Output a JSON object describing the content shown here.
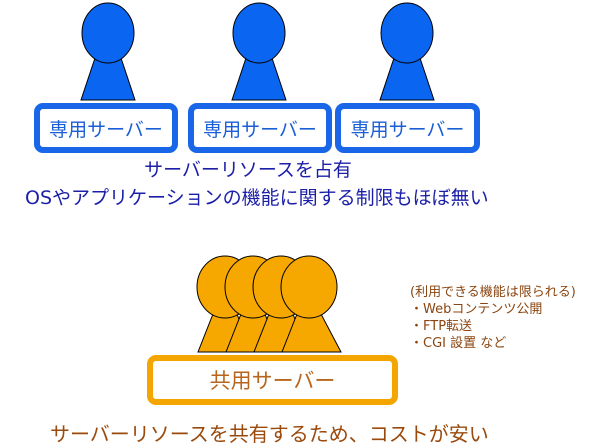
{
  "dedicated": {
    "label": "専用サーバー",
    "servers": [
      {
        "label": "専用サーバー"
      },
      {
        "label": "専用サーバー"
      },
      {
        "label": "専用サーバー"
      }
    ],
    "caption_line1": "サーバーリソースを占有",
    "caption_line2": "OSやアプリケーションの機能に関する制限もほぼ無い",
    "color": "#1a66e8"
  },
  "shared": {
    "label": "共用サーバー",
    "users": 4,
    "note": {
      "heading": "(利用できる機能は限られる)",
      "items": [
        "・Webコンテンツ公開",
        "・FTP転送",
        "・CGI 設置 など"
      ]
    },
    "caption": "サーバーリソースを共有するため、コストが安い",
    "color": "#f5a500"
  }
}
